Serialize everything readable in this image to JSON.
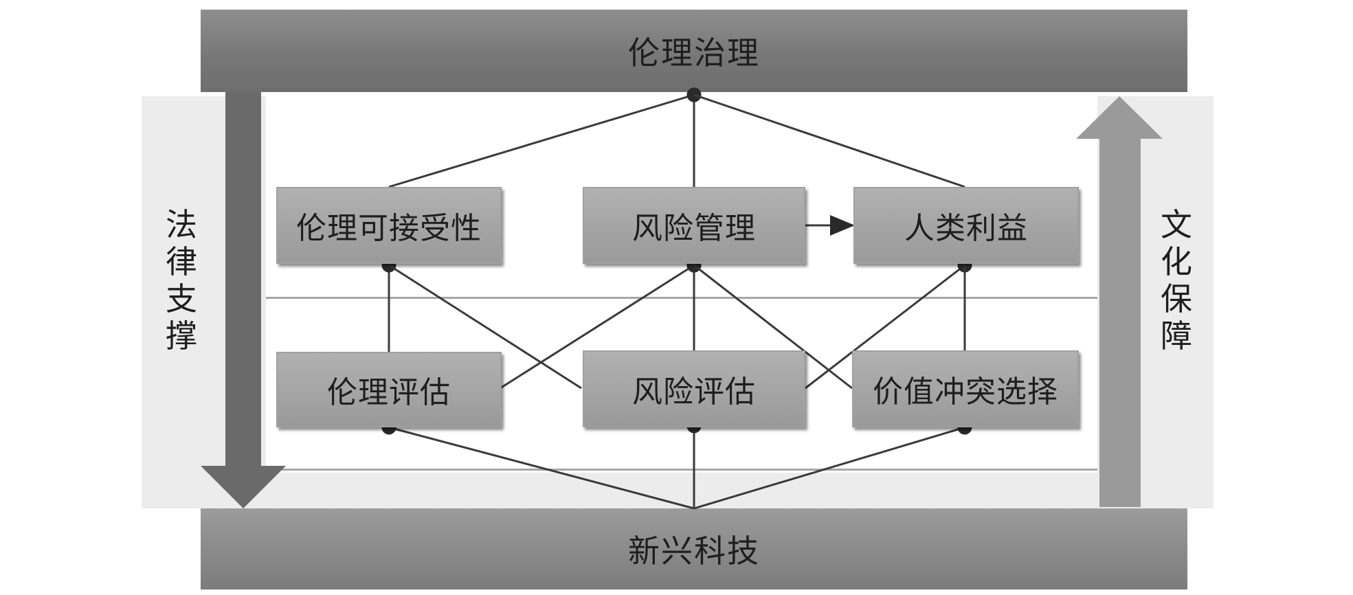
{
  "top_bar": {
    "label": "伦理治理"
  },
  "bottom_bar": {
    "label": "新兴科技"
  },
  "left_side": {
    "label": "法律支撑",
    "chars": [
      "法",
      "律",
      "支",
      "撑"
    ]
  },
  "right_side": {
    "label": "文化保障",
    "chars": [
      "文",
      "化",
      "保",
      "障"
    ]
  },
  "upper_row": {
    "ethical_acceptability": "伦理可接受性",
    "risk_management": "风险管理",
    "human_interest": "人类利益"
  },
  "lower_row": {
    "ethical_assessment": "伦理评估",
    "risk_assessment": "风险评估",
    "value_conflict_choice": "价值冲突选择"
  },
  "colors": {
    "bar_dark": "#767676",
    "bar_bottom": "#888888",
    "box_fill": "#a6a6a6",
    "arrow_dark": "#6a6a6a",
    "arrow_light": "#9a9a9a",
    "line": "#3a3a3a"
  }
}
